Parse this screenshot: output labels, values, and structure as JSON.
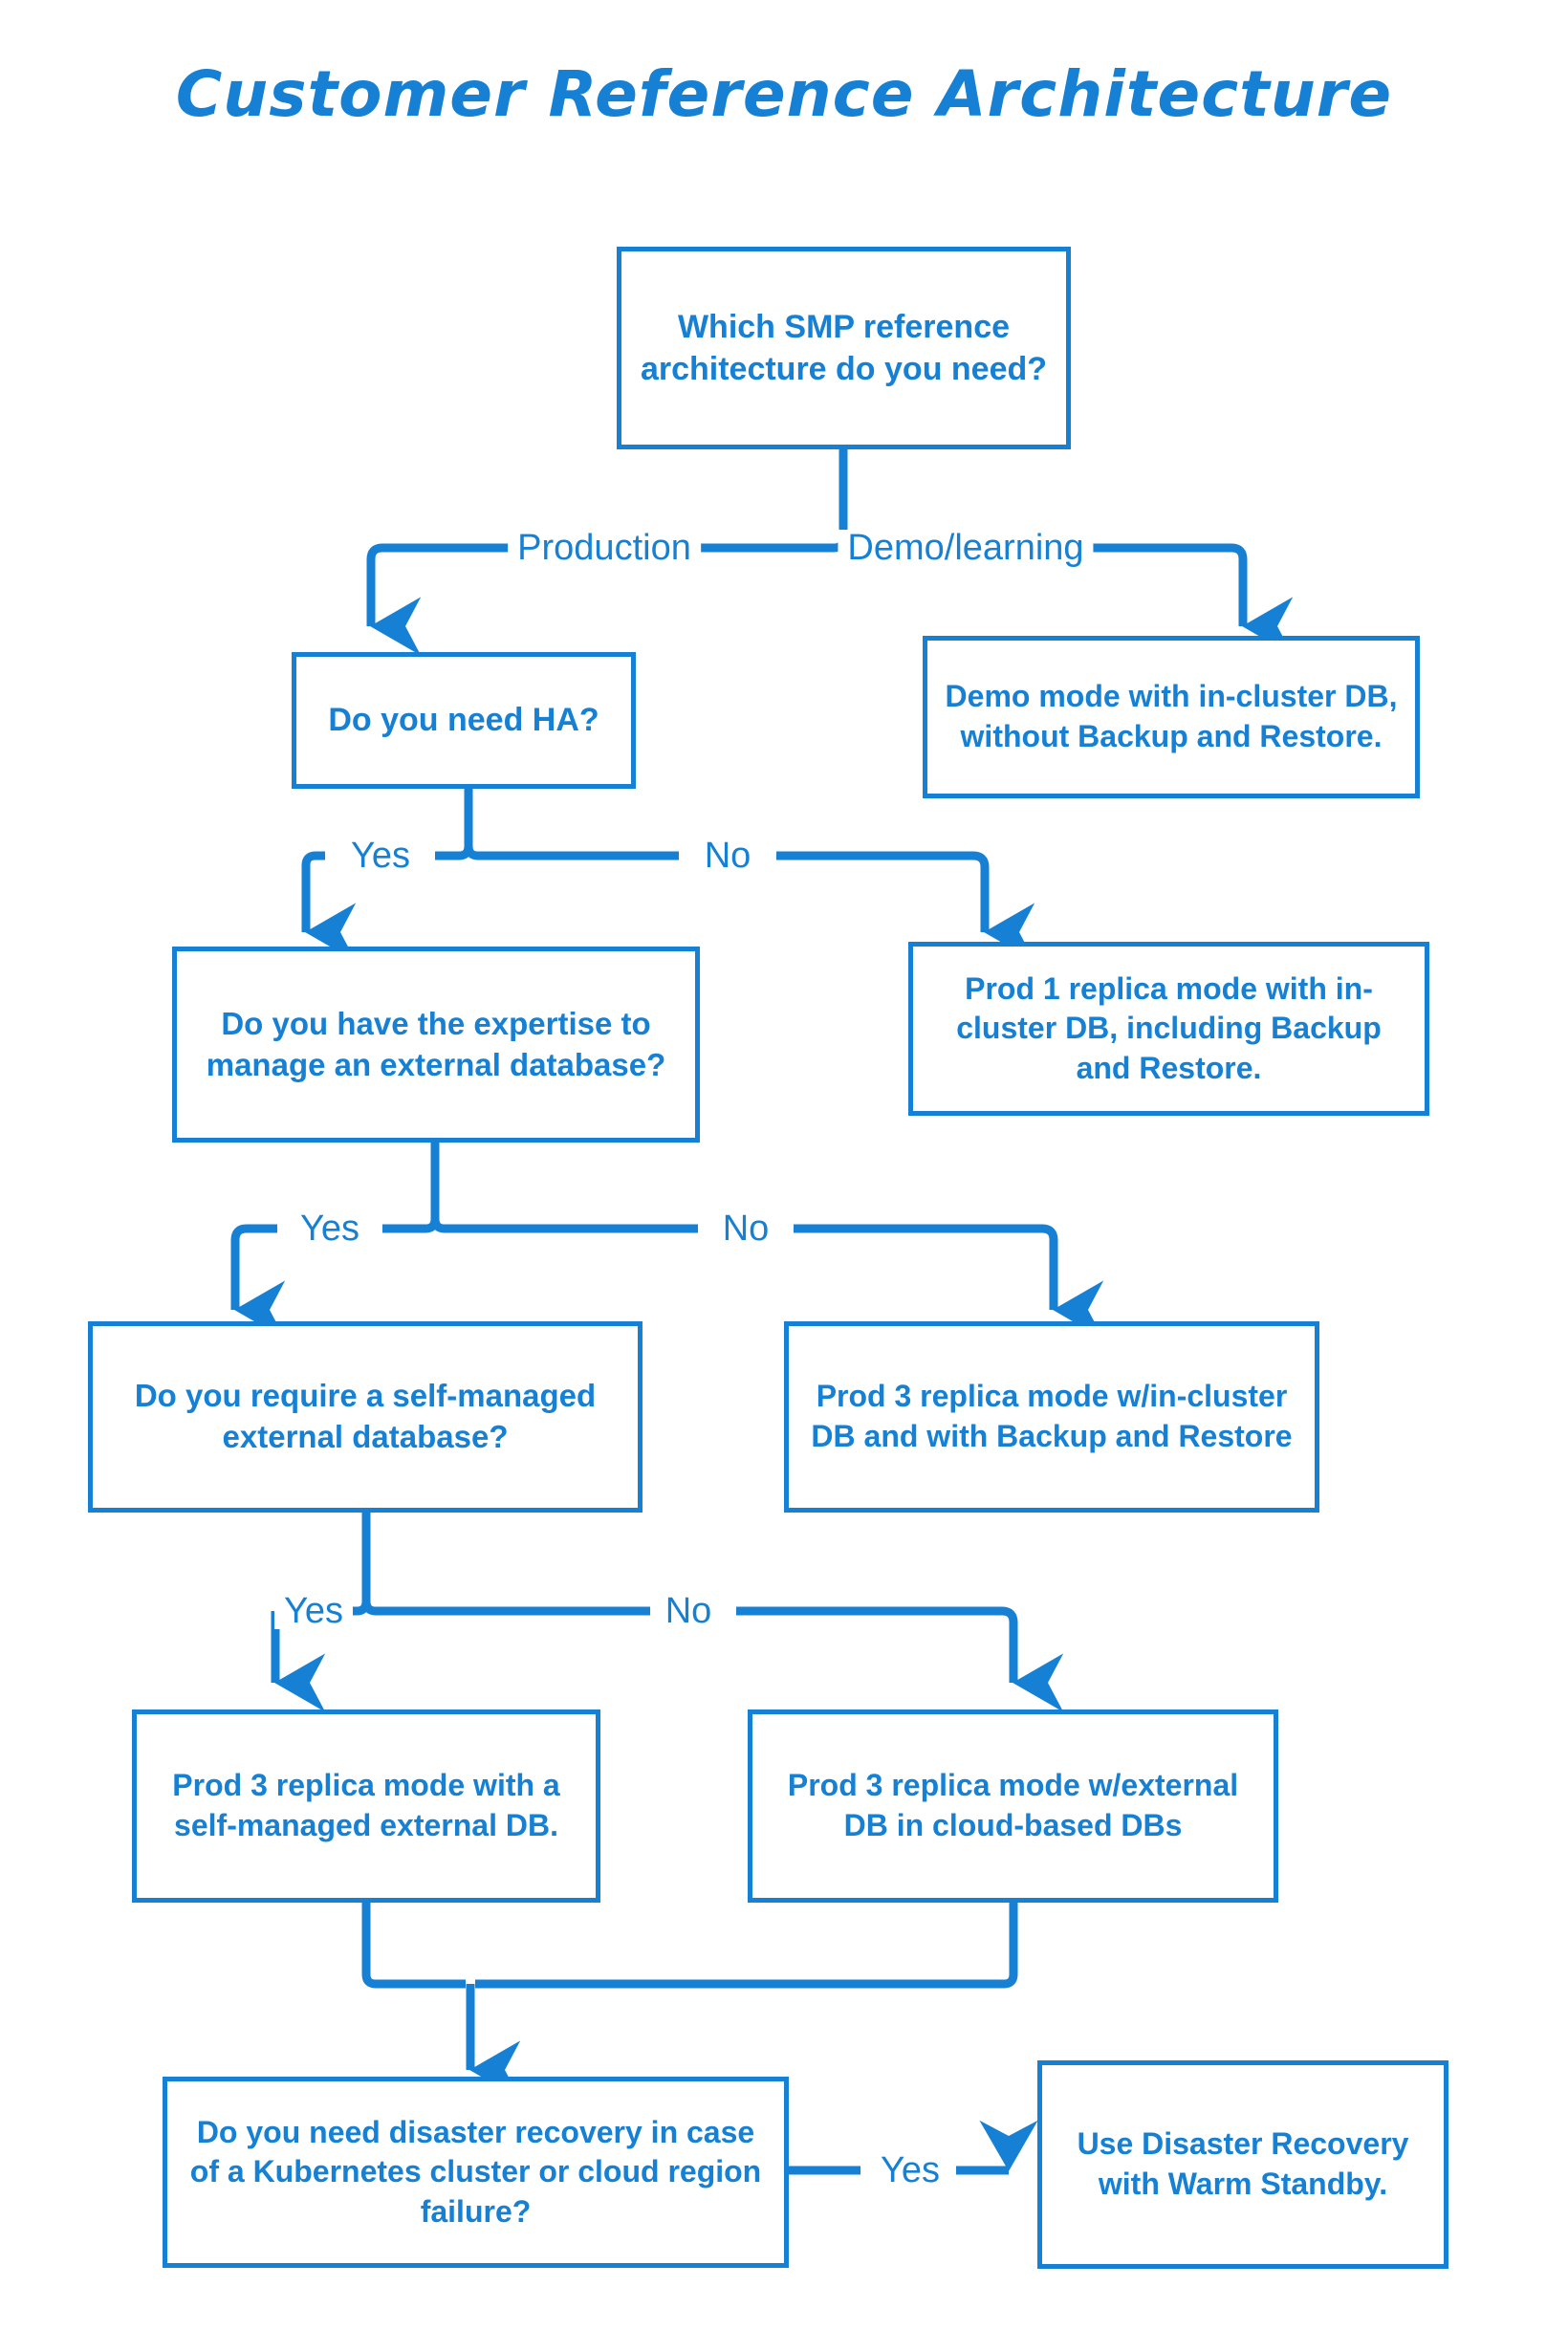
{
  "colors": {
    "accent": "#1580d4",
    "background": "#ffffff",
    "text": "#1580d4"
  },
  "title": "Customer Reference Architecture",
  "nodes": {
    "root": {
      "text": "Which SMP reference architecture do you need?",
      "kind": "decision"
    },
    "demo": {
      "text": "Demo mode with in-cluster DB, without Backup and Restore.",
      "kind": "outcome"
    },
    "ha": {
      "text": "Do you need HA?",
      "kind": "decision"
    },
    "prod1": {
      "text": "Prod 1 replica mode with in-cluster DB, including Backup and Restore.",
      "kind": "outcome"
    },
    "expertise": {
      "text": "Do you have the expertise to manage an external database?",
      "kind": "decision"
    },
    "prod3incl": {
      "text": "Prod 3 replica mode w/in-cluster DB and with Backup and Restore",
      "kind": "outcome"
    },
    "selfmanaged": {
      "text": "Do you require a self-managed external database?",
      "kind": "decision"
    },
    "prod3self": {
      "text": "Prod 3 replica mode with a self-managed external DB.",
      "kind": "outcome"
    },
    "prod3cloud": {
      "text": "Prod 3 replica mode w/external DB in cloud-based DBs",
      "kind": "outcome"
    },
    "dr": {
      "text": "Do you need disaster recovery in case of a Kubernetes cluster or cloud region failure?",
      "kind": "decision"
    },
    "warmstandby": {
      "text": "Use Disaster Recovery with Warm Standby.",
      "kind": "outcome"
    }
  },
  "edge_labels": {
    "production": "Production",
    "demo_learning": "Demo/learning",
    "ha_yes": "Yes",
    "ha_no": "No",
    "expertise_yes": "Yes",
    "expertise_no": "No",
    "self_yes": "Yes",
    "self_no": "No",
    "dr_yes": "Yes"
  }
}
